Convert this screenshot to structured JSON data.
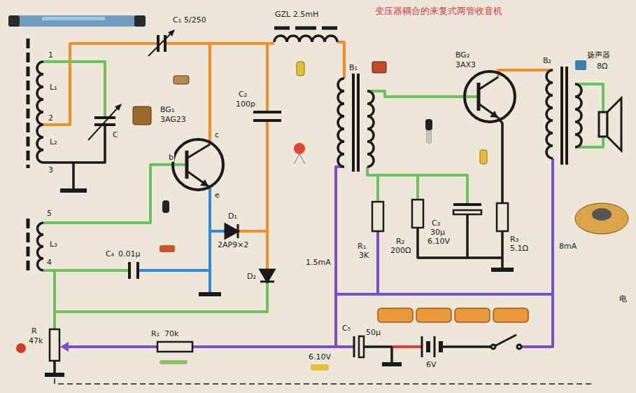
{
  "diagram": {
    "title": "变压器耦合的来复式两管收音机",
    "labels": [
      "C₁",
      "5/250",
      "GZL 2.5mH",
      "1",
      "2",
      "3",
      "L₁",
      "L₂",
      "C",
      "BG₁",
      "3AG23",
      "c",
      "b",
      "e",
      "C₂",
      "100p",
      "B₁",
      "BG₂",
      "3AX3",
      "B₂",
      "扬声器",
      "8Ω",
      "5",
      "L₃",
      "4",
      "C₄",
      "0.01μ",
      "D₁",
      "2AP9×2",
      "D₂",
      "1.5mA",
      "R₁",
      "3K",
      "R₂",
      "200Ω",
      "C₃",
      "30μ",
      "6.10V",
      "R₃",
      "5.1Ω",
      "8mA",
      "R",
      "47k",
      "R₁",
      "70k",
      "C₅",
      "50μ",
      "6.10V",
      "6V",
      "电"
    ]
  }
}
